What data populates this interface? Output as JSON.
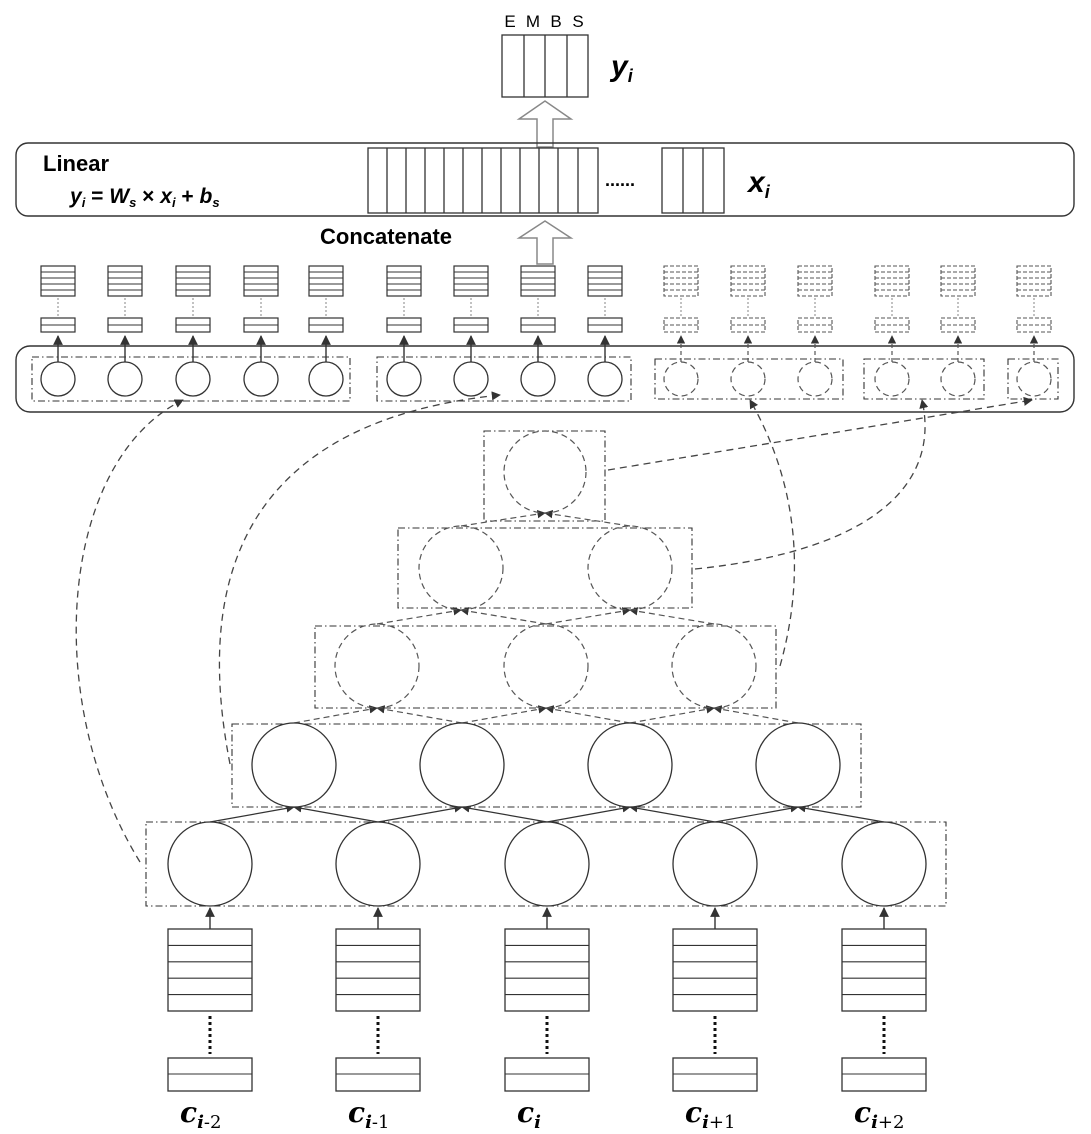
{
  "output": {
    "tag_labels": [
      "E",
      "M",
      "B",
      "S"
    ],
    "var": "y",
    "sub": "i"
  },
  "linear": {
    "title": "Linear",
    "eq": {
      "y": "y",
      "yi": "i",
      "eq_sign": " = ",
      "w": "W",
      "ws": "s",
      "times": "  ×  ",
      "x": "x",
      "xi": "i",
      "plus": " + ",
      "b": "b",
      "bs": "s"
    },
    "ellipsis": "......",
    "x_var": "x",
    "x_sub": "i"
  },
  "concat_label": "Concatenate",
  "inputs": [
    {
      "base": "c",
      "sub_i": "i",
      "sub_rest": "-2"
    },
    {
      "base": "c",
      "sub_i": "i",
      "sub_rest": "-1"
    },
    {
      "base": "c",
      "sub_i": "i",
      "sub_rest": ""
    },
    {
      "base": "c",
      "sub_i": "i",
      "sub_rest": "+1"
    },
    {
      "base": "c",
      "sub_i": "i",
      "sub_rest": "+2"
    }
  ]
}
